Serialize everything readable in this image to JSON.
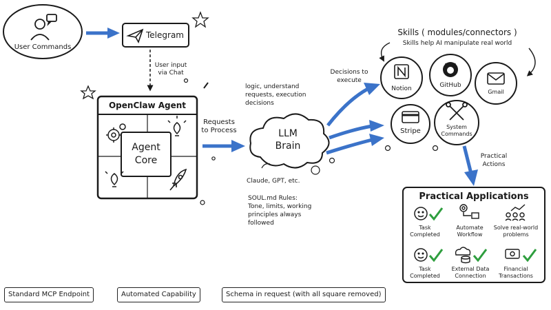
{
  "user": {
    "label": "User Commands"
  },
  "telegram": {
    "label": "Telegram"
  },
  "chat_note": {
    "line1": "User input",
    "line2": "via Chat"
  },
  "agent": {
    "title": "OpenClaw Agent",
    "core_line1": "Agent",
    "core_line2": "Core"
  },
  "requests_note": {
    "line1": "Requests",
    "line2": "to Process"
  },
  "logic_note": {
    "line1": "logic, understand",
    "line2": "requests, execution",
    "line3": "decisions"
  },
  "brain": {
    "line1": "LLM",
    "line2": "Brain"
  },
  "models_note": "Claude, GPT, etc.",
  "soul_note": {
    "line1": "SOUL.md Rules:",
    "line2": "Tone, limits, working",
    "line3": "principles always",
    "line4": "followed"
  },
  "decisions_note": {
    "line1": "Decisions to",
    "line2": "execute"
  },
  "skills": {
    "title": "Skills ( modules/connectors )",
    "subtitle": "Skills help AI manipulate real world",
    "items": {
      "notion": "Notion",
      "github": "GitHub",
      "gmail": "Gmail",
      "stripe": "Stripe",
      "system_line1": "System",
      "system_line2": "Commands"
    }
  },
  "practical_note": {
    "line1": "Practical",
    "line2": "Actions"
  },
  "apps": {
    "title": "Practical Applications",
    "row1": {
      "task1_line1": "Task",
      "task1_line2": "Completed",
      "auto_line1": "Automate",
      "auto_line2": "Workflow",
      "solve_line1": "Solve real-world",
      "solve_line2": "problems"
    },
    "row2": {
      "task2_line1": "Task",
      "task2_line2": "Completed",
      "ext_line1": "External Data",
      "ext_line2": "Connection",
      "fin_line1": "Financial",
      "fin_line2": "Transactions"
    }
  },
  "legend": {
    "item1": "Standard MCP Endpoint",
    "item2": "Automated Capability",
    "item3": "Schema in request (with all square removed)"
  },
  "colors": {
    "arrow_blue": "#3b73c9",
    "check_green": "#2e9e3e",
    "ink": "#1a1a1a"
  }
}
